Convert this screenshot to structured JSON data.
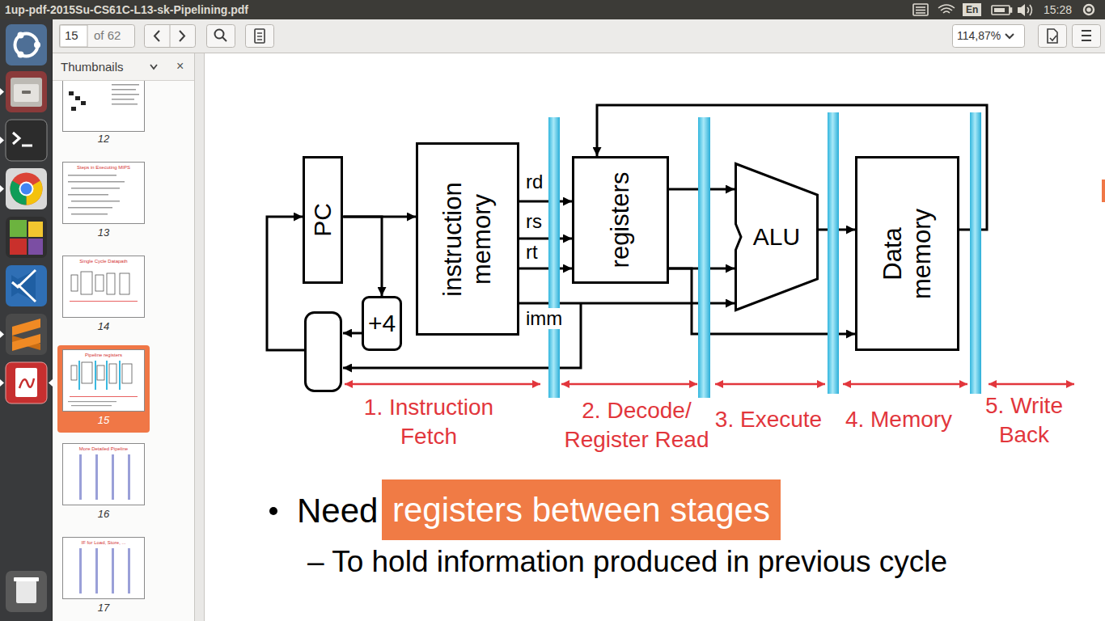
{
  "diagram": {
    "nodes": [
      {
        "text": [
          "PC"
        ]
      },
      {
        "text": [
          "instruction memory"
        ]
      },
      {
        "text": [
          "+4"
        ]
      },
      {
        "text": [
          "registers"
        ]
      },
      {
        "text": [
          "ALU"
        ]
      },
      {
        "text": [
          "Data memory"
        ]
      }
    ],
    "edges": [
      {
        "from": 0,
        "to": 1,
        "arrow": "to"
      },
      {
        "from": 0,
        "to": 2,
        "arrow": "to"
      },
      {
        "from": 1,
        "to": 3,
        "label": "rd",
        "arrow": "to"
      },
      {
        "from": 1,
        "to": 3,
        "label": "rs",
        "arrow": "to"
      },
      {
        "from": 1,
        "to": 3,
        "label": "rt",
        "arrow": "to"
      },
      {
        "from": 1,
        "to": 4,
        "label": "imm",
        "arrow": "to"
      },
      {
        "from": 3,
        "to": 4,
        "arrow": "to"
      },
      {
        "from": 3,
        "to": 4,
        "arrow": "to"
      },
      {
        "from": 3,
        "to": 5,
        "arrow": "to"
      },
      {
        "from": 4,
        "to": 5,
        "arrow": "to"
      },
      {
        "from": 5,
        "to": 3,
        "arrow": "to"
      }
    ],
    "labels": [
      "1up-pdf-2015Su-CS61C-L13-sk-Pipelining.pdf",
      "En",
      "15:28",
      "15",
      "of 62",
      "114,87%",
      "Thumbnails",
      "×",
      "12",
      "Steps in Executing MIPS",
      "13",
      "Single Cycle Datapath",
      "14",
      "Pipeline registers",
      "15",
      "More Detailed Pipeline",
      "16",
      "IF for Load, Store, ...",
      "17",
      "1. Instruction Fetch",
      "2. Decode/ Register Read",
      "3. Execute",
      "4. Memory",
      "5. Write Back",
      "Need",
      "registers between stages",
      "– To hold information produced in previous cycle"
    ]
  }
}
